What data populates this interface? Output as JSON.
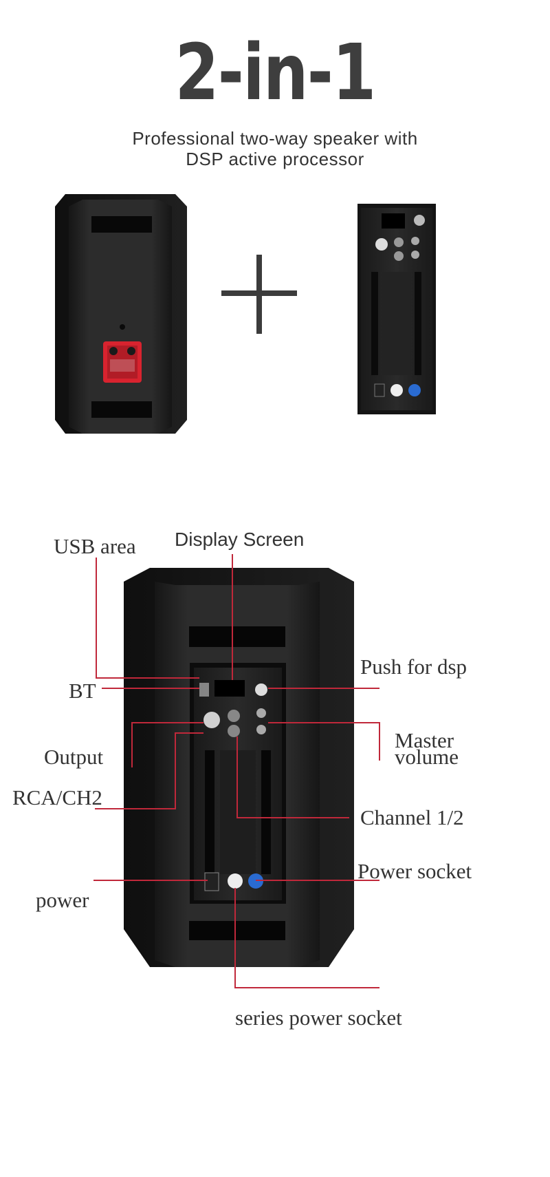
{
  "header": {
    "title": "2-in-1",
    "subtitle_line1": "Professional two-way speaker with",
    "subtitle_line2": "DSP active processor"
  },
  "colors": {
    "leader_line": "#c0283a",
    "speaker_body": "#1f1f1f",
    "red_terminal": "#d8232f",
    "power_blue": "#2a6bd1"
  },
  "icons": {
    "plus": "plus-icon"
  },
  "callouts": {
    "usb_area": "USB area",
    "display_screen": "Display Screen",
    "push_for_dsp": "Push for dsp",
    "bt": "BT",
    "output": "Output",
    "master_volume_line1": "Master",
    "master_volume_line2": "volume",
    "rca_ch2": "RCA/CH2",
    "channel_1_2": "Channel 1/2",
    "power_socket": "Power socket",
    "power": "power",
    "series_power_socket": "series power socket"
  }
}
